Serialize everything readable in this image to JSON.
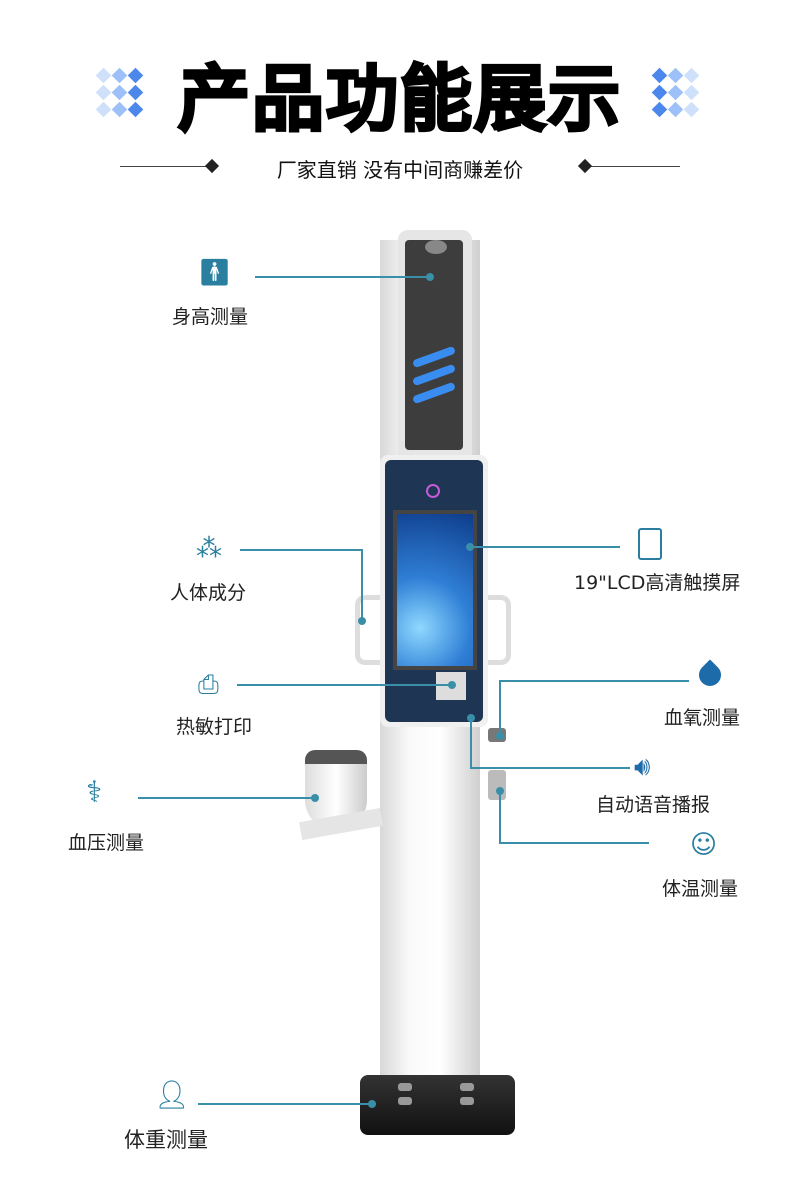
{
  "header": {
    "title": "产品功能展示",
    "subtitle": "厂家直销  没有中间商赚差价"
  },
  "features": {
    "height": "身高测量",
    "body_comp": "人体成分",
    "printer": "热敏打印",
    "blood_pressure": "血压测量",
    "weight": "体重测量",
    "screen": "19\"LCD高清触摸屏",
    "spo2": "血氧测量",
    "voice": "自动语音播报",
    "temperature": "体温测量"
  },
  "colors": {
    "accent": "#3a8fa8",
    "icon": "#2a7fa0",
    "panel": "#1e3553"
  }
}
